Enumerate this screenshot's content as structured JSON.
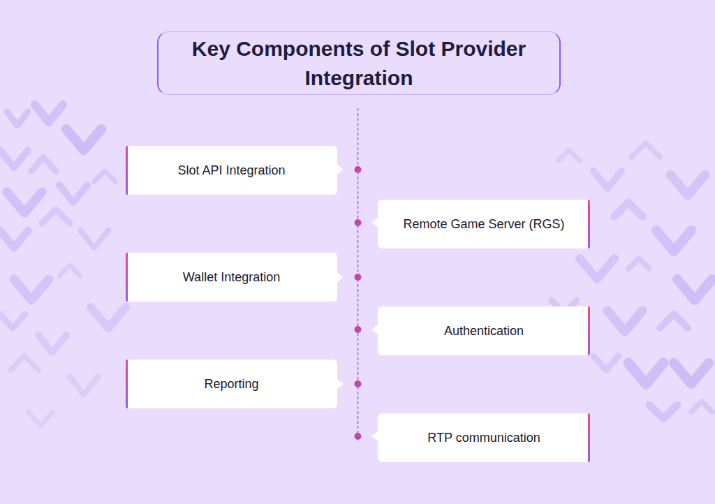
{
  "diagram": {
    "title": "Key Components of Slot Provider Integration",
    "nodes": [
      {
        "text": [
          "Slot API Integration"
        ]
      },
      {
        "text": [
          "Remote Game Server (RGS)"
        ]
      },
      {
        "text": [
          "Wallet Integration"
        ]
      },
      {
        "text": [
          "Authentication"
        ]
      },
      {
        "text": [
          "Reporting"
        ]
      },
      {
        "text": [
          "RTP communication"
        ]
      }
    ]
  }
}
